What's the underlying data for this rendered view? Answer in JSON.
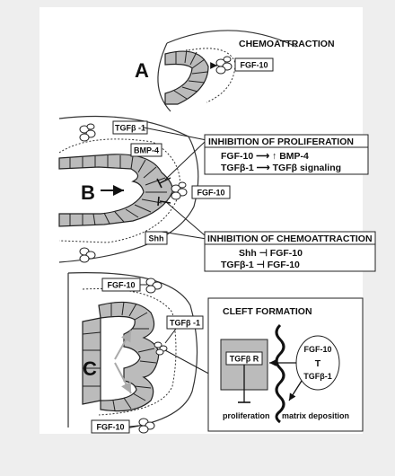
{
  "panels": {
    "a": {
      "letter": "A",
      "heading": "CHEMOATTRACTION",
      "fgf_label": "FGF-10"
    },
    "b": {
      "letter": "B",
      "tgf_label": "TGFβ -1",
      "bmp_label": "BMP-4",
      "shh_label": "Shh",
      "fgf_label": "FGF-10",
      "heading_proliferation": "INHIBITION OF PROLIFERATION",
      "proliferation_line1": "FGF-10 ⟶ ↑ BMP-4",
      "proliferation_line2": "TGFβ-1 ⟶ TGFβ signaling",
      "heading_chemo": "INHIBITION OF CHEMOATTRACTION",
      "chemo_line1": "Shh ⊣ FGF-10",
      "chemo_line2": "TGFβ-1 ⊣ FGF-10"
    },
    "c": {
      "letter": "C",
      "fgf_top_label": "FGF-10",
      "tgf_label": "TGFβ -1",
      "fgf_bottom_label": "FGF-10",
      "inset_heading": "CLEFT FORMATION",
      "receptor_label": "TGFβ R",
      "oval_fgf": "FGF-10",
      "oval_t": "T",
      "oval_tgf": "TGFβ-1",
      "proliferation_label": "proliferation",
      "matrix_label": "matrix deposition"
    }
  }
}
